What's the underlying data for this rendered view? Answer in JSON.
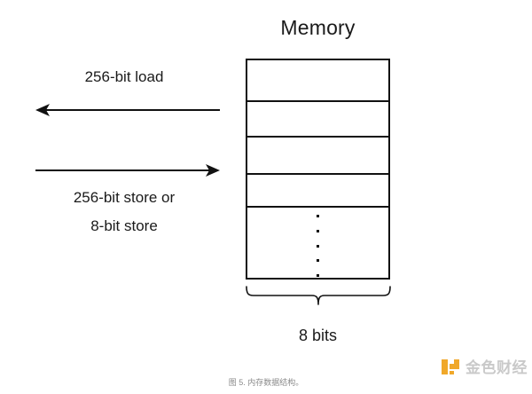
{
  "diagram": {
    "memory_title": "Memory",
    "width_label": "8 bits",
    "labels": {
      "load": "256-bit load",
      "store_line1": "256-bit store or",
      "store_line2": "8-bit store"
    },
    "arrows": [
      {
        "name": "load-arrow",
        "direction": "left",
        "label": "256-bit load"
      },
      {
        "name": "store-arrow",
        "direction": "right",
        "label": "256-bit store or 8-bit store"
      }
    ],
    "memory_rows": 4,
    "ellipsis_dots": 5,
    "colors": {
      "stroke": "#111111",
      "text": "#1a1a1a",
      "background": "#ffffff",
      "caption": "#8a8a8a",
      "watermark_text": "#c9c9c9",
      "watermark_accent": "#f0a82a"
    }
  },
  "caption": "图 5. 内存数据结构。",
  "watermark": {
    "text": "金色财经",
    "icon": "logo-icon"
  }
}
